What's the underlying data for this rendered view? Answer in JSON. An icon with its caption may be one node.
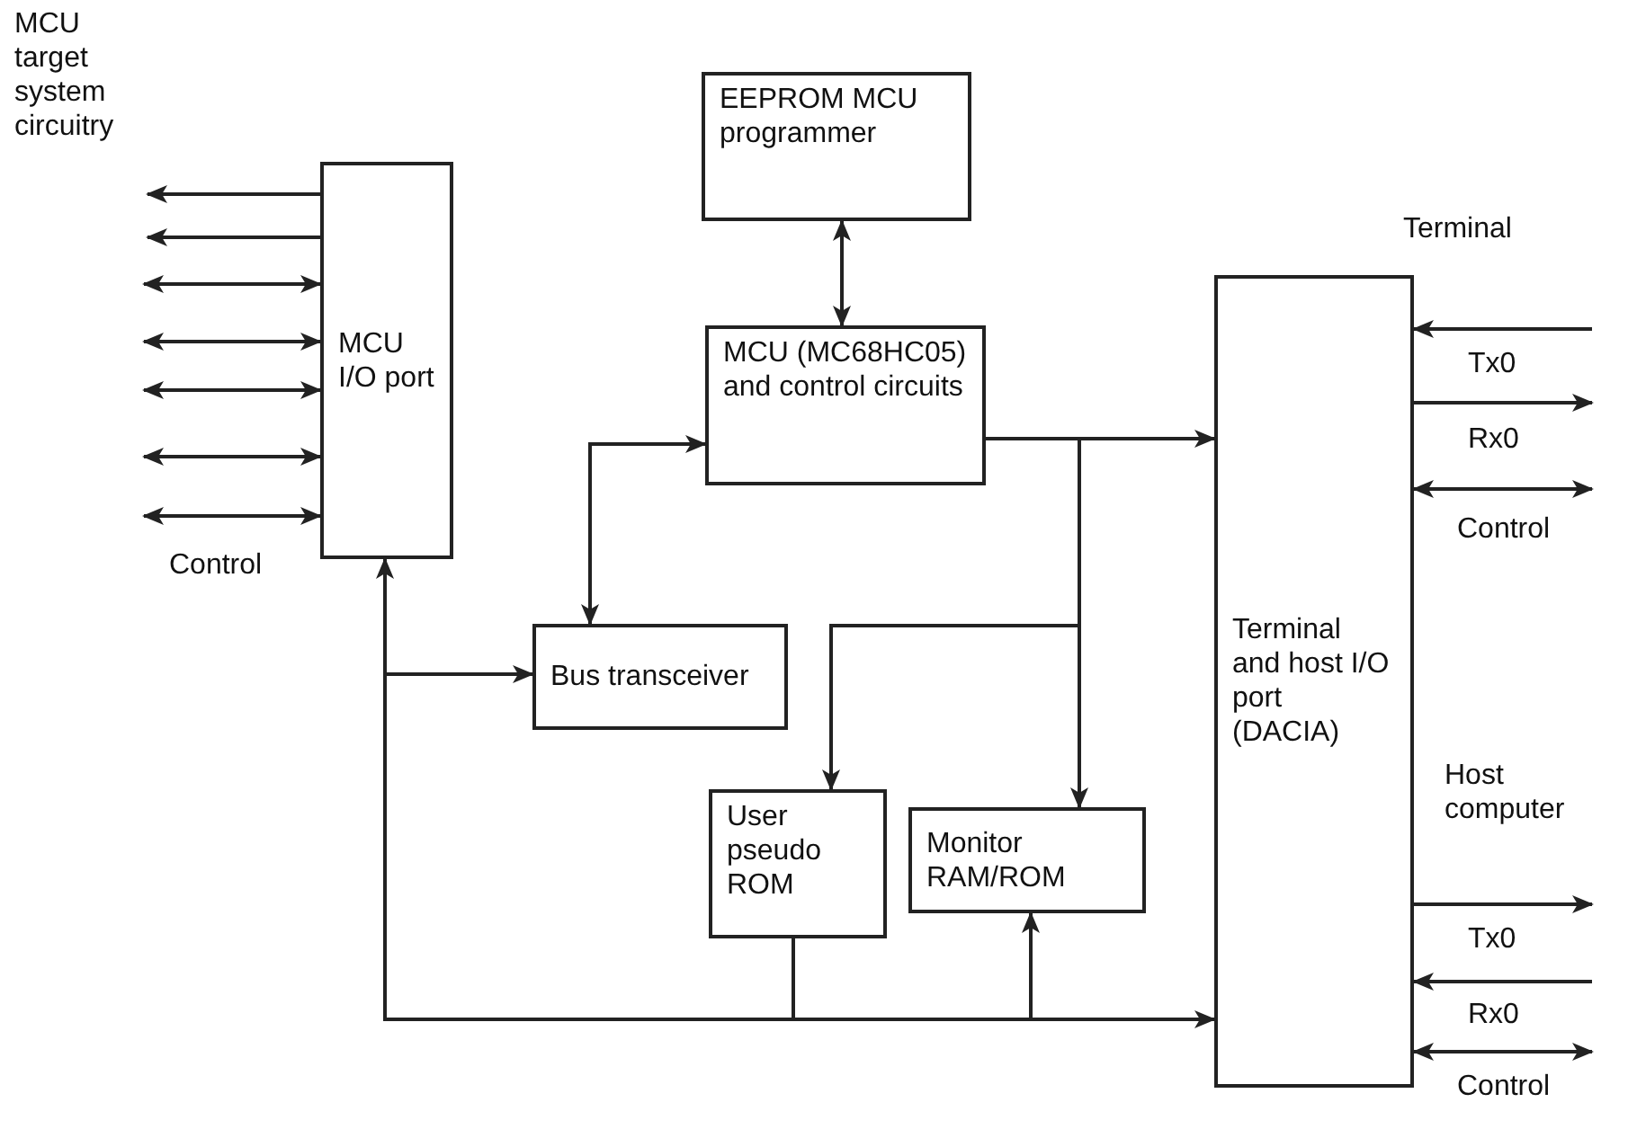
{
  "diagram": {
    "nodes": [
      {
        "text": [
          "MCU I/O port"
        ]
      },
      {
        "text": [
          "EEPROM MCU programmer"
        ]
      },
      {
        "text": [
          "MCU (MC68HC05) and control circuits"
        ]
      },
      {
        "text": [
          "Bus transceiver"
        ]
      },
      {
        "text": [
          "User pseudo ROM"
        ]
      },
      {
        "text": [
          "Monitor RAM/ROM"
        ]
      },
      {
        "text": [
          "Terminal and host I/O port (DACIA)"
        ]
      }
    ],
    "edges": [
      {
        "from": 0,
        "to": null,
        "arrow": "to"
      },
      {
        "from": 0,
        "to": null,
        "arrow": "to"
      },
      {
        "from": 0,
        "to": null,
        "arrow": "both"
      },
      {
        "from": 0,
        "to": null,
        "arrow": "both"
      },
      {
        "from": 0,
        "to": null,
        "arrow": "both"
      },
      {
        "from": 0,
        "to": null,
        "arrow": "both"
      },
      {
        "from": 0,
        "to": null,
        "arrow": "both",
        "label": "Control"
      },
      {
        "from": 1,
        "to": 2,
        "arrow": "both"
      },
      {
        "from": 2,
        "to": 3,
        "arrow": "both"
      },
      {
        "from": 2,
        "to": 6,
        "arrow": "to"
      },
      {
        "from": 2,
        "to": 4,
        "arrow": "to"
      },
      {
        "from": 2,
        "to": 5,
        "arrow": "to"
      },
      {
        "from": 4,
        "to": 0,
        "arrow": "to"
      },
      {
        "from": 4,
        "to": 3,
        "arrow": "to"
      },
      {
        "from": 4,
        "to": 6,
        "arrow": "to"
      },
      {
        "from": 4,
        "to": 5,
        "arrow": "to"
      },
      {
        "from": null,
        "to": 6,
        "arrow": "to",
        "label": "Tx0"
      },
      {
        "from": 6,
        "to": null,
        "arrow": "to",
        "label": "Rx0"
      },
      {
        "from": 6,
        "to": null,
        "arrow": "both",
        "label": "Control"
      },
      {
        "from": 6,
        "to": null,
        "arrow": "to",
        "label": "Tx0"
      },
      {
        "from": null,
        "to": 6,
        "arrow": "to",
        "label": "Rx0"
      },
      {
        "from": 6,
        "to": null,
        "arrow": "both",
        "label": "Control"
      }
    ],
    "labels": [
      "MCU target system circuitry",
      "Terminal",
      "Host computer"
    ]
  }
}
